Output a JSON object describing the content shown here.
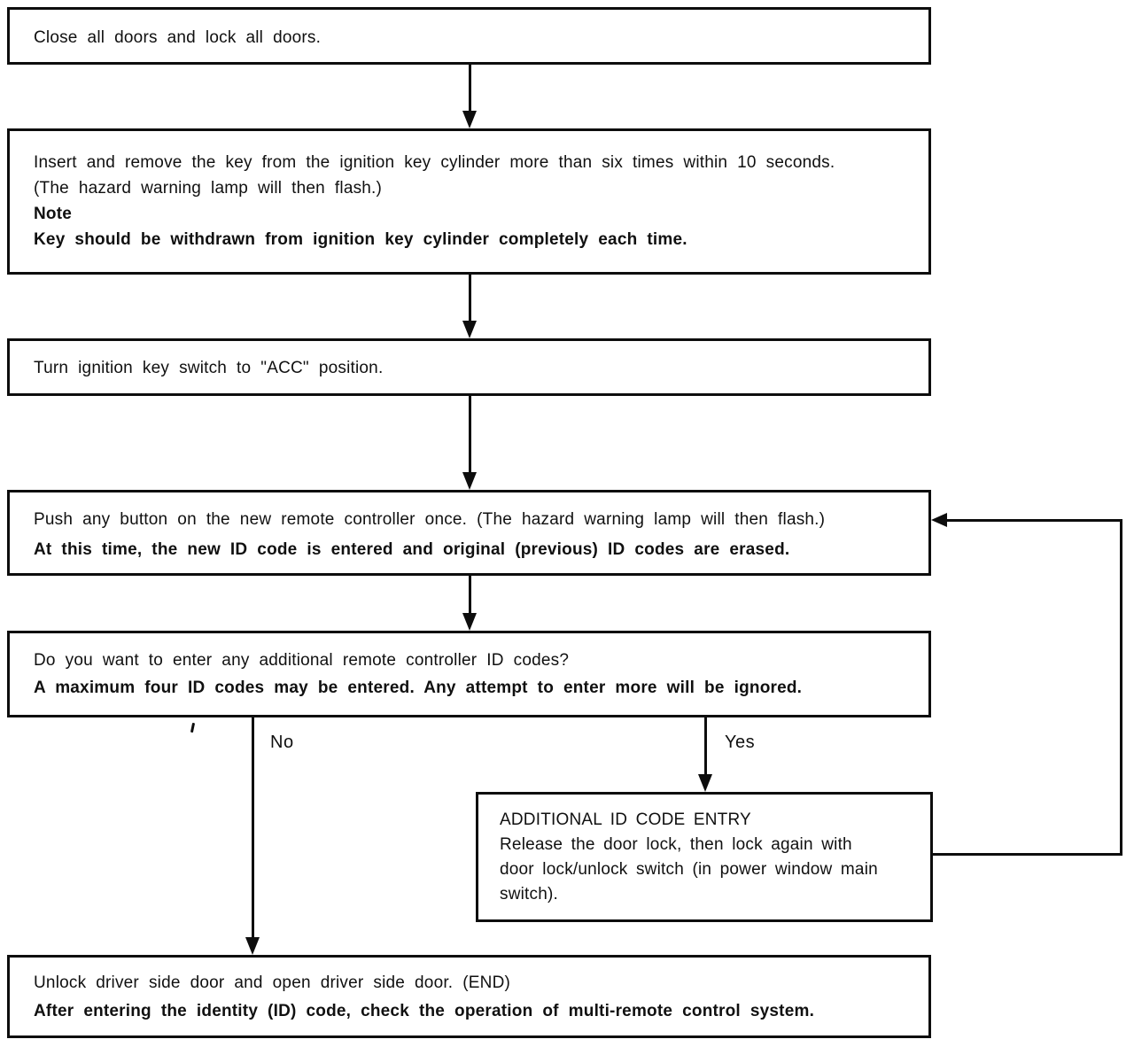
{
  "colors": {
    "ink": "#0d0d0d",
    "paper": "#ffffff"
  },
  "flowchart": {
    "steps": [
      {
        "name": "close-doors",
        "lines": [
          {
            "text": "Close all doors and lock all doors.",
            "bold": false
          }
        ]
      },
      {
        "name": "insert-remove-key",
        "lines": [
          {
            "text": "Insert and remove the key from the ignition key cylinder more than six times within 10 seconds.",
            "bold": false
          },
          {
            "text": "(The hazard warning lamp will then flash.)",
            "bold": false
          },
          {
            "text": "Note",
            "bold": true
          },
          {
            "text": "Key should be withdrawn from ignition key cylinder completely each time.",
            "bold": true
          }
        ]
      },
      {
        "name": "turn-ignition-acc",
        "lines": [
          {
            "text": "Turn ignition key switch to \"ACC\" position.",
            "bold": false
          }
        ]
      },
      {
        "name": "push-button-new-remote",
        "lines": [
          {
            "text": "Push any button on the new remote controller once. (The hazard warning lamp will then flash.)",
            "bold": false
          },
          {
            "text": "At this time, the new ID code is entered and original (previous) ID codes are erased.",
            "bold": true
          }
        ]
      },
      {
        "name": "additional-codes-question",
        "lines": [
          {
            "text": "Do you want to enter any additional remote controller ID codes?",
            "bold": false
          },
          {
            "text": "A maximum four ID codes may be entered. Any attempt to enter more will be ignored.",
            "bold": true
          }
        ]
      },
      {
        "name": "additional-id-code-entry",
        "lines": [
          {
            "text": "ADDITIONAL ID CODE ENTRY",
            "bold": false
          },
          {
            "text": "Release the door lock, then lock again with",
            "bold": false
          },
          {
            "text": "door lock/unlock switch (in power window main",
            "bold": false
          },
          {
            "text": "switch).",
            "bold": false
          }
        ]
      },
      {
        "name": "unlock-driver-door-end",
        "lines": [
          {
            "text": "Unlock driver side door and open driver side door. (END)",
            "bold": false
          },
          {
            "text": "After entering the identity (ID) code, check the operation of multi-remote control system.",
            "bold": true
          }
        ]
      }
    ],
    "branches": {
      "no_label": "No",
      "yes_label": "Yes"
    }
  }
}
